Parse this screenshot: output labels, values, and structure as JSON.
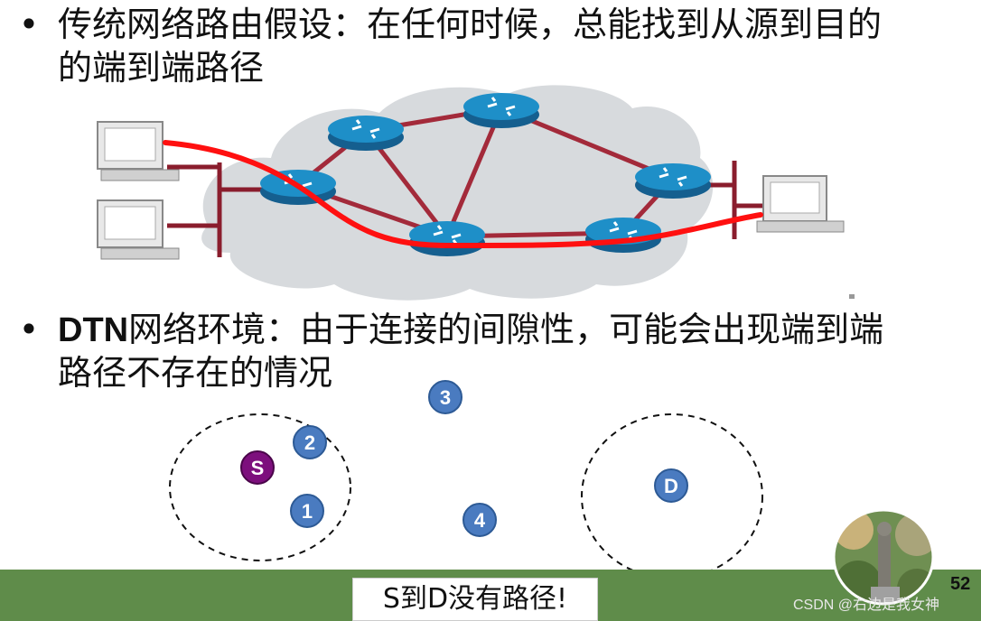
{
  "bullets": [
    {
      "symbol": "•",
      "line1": "传统网络路由假设：在任何时候，总能找到从源到目的",
      "line2": "的端到端路径"
    },
    {
      "symbol": "•",
      "bold_prefix": "DTN",
      "line1_rest": "网络环境：由于连接的间隙性，可能会出现端到端",
      "line2": "路径不存在的情况"
    }
  ],
  "nodes": {
    "source": "S",
    "destination": "D",
    "relays": [
      "1",
      "2",
      "3",
      "4"
    ]
  },
  "footer": {
    "caption": "S到D没有路径!",
    "page_number": "52",
    "watermark": "CSDN @右边是我女神"
  },
  "colors": {
    "route_line": "#ff1010",
    "link": "#a32a3a",
    "cloud": "#d7dadd",
    "router": "#1e8fc8",
    "node_blue": "#4a7bc0",
    "node_source": "#7d0f7d",
    "footer_green": "#5f8c4a"
  }
}
